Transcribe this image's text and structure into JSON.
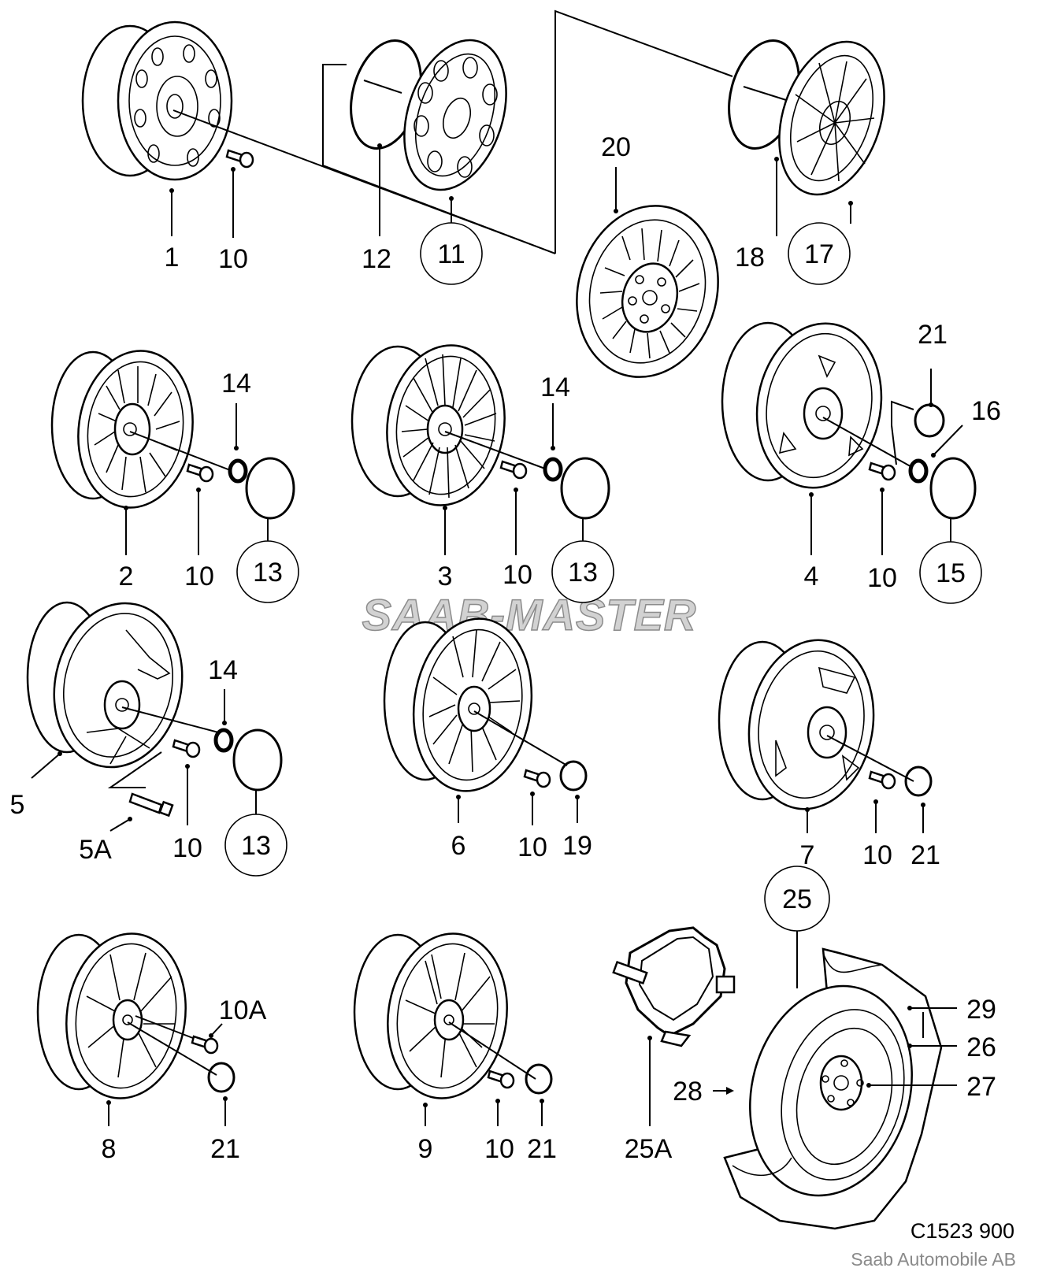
{
  "watermark": "SAAB-MASTER",
  "drawing_number": "C1523 900",
  "publisher": "Saab Automobile AB",
  "callouts": {
    "c1": "1",
    "c10a": "10",
    "c12": "12",
    "c11": "11",
    "c20": "20",
    "c18": "18",
    "c17": "17",
    "c2": "2",
    "c10b": "10",
    "c14a": "14",
    "c13a": "13",
    "c3": "3",
    "c10c": "10",
    "c14b": "14",
    "c13b": "13",
    "c4": "4",
    "c10d": "10",
    "c21a": "21",
    "c16": "16",
    "c15": "15",
    "c5": "5",
    "c5A": "5A",
    "c10e": "10",
    "c14c": "14",
    "c13c": "13",
    "c6": "6",
    "c10f": "10",
    "c19": "19",
    "c7": "7",
    "c10g": "10",
    "c21b": "21",
    "c8": "8",
    "c10A": "10A",
    "c21c": "21",
    "c9": "9",
    "c10h": "10",
    "c21d": "21",
    "c25": "25",
    "c25A": "25A",
    "c29": "29",
    "c26": "26",
    "c28": "28",
    "c27": "27"
  },
  "circled_callouts": [
    "11",
    "17",
    "13",
    "15",
    "25"
  ]
}
